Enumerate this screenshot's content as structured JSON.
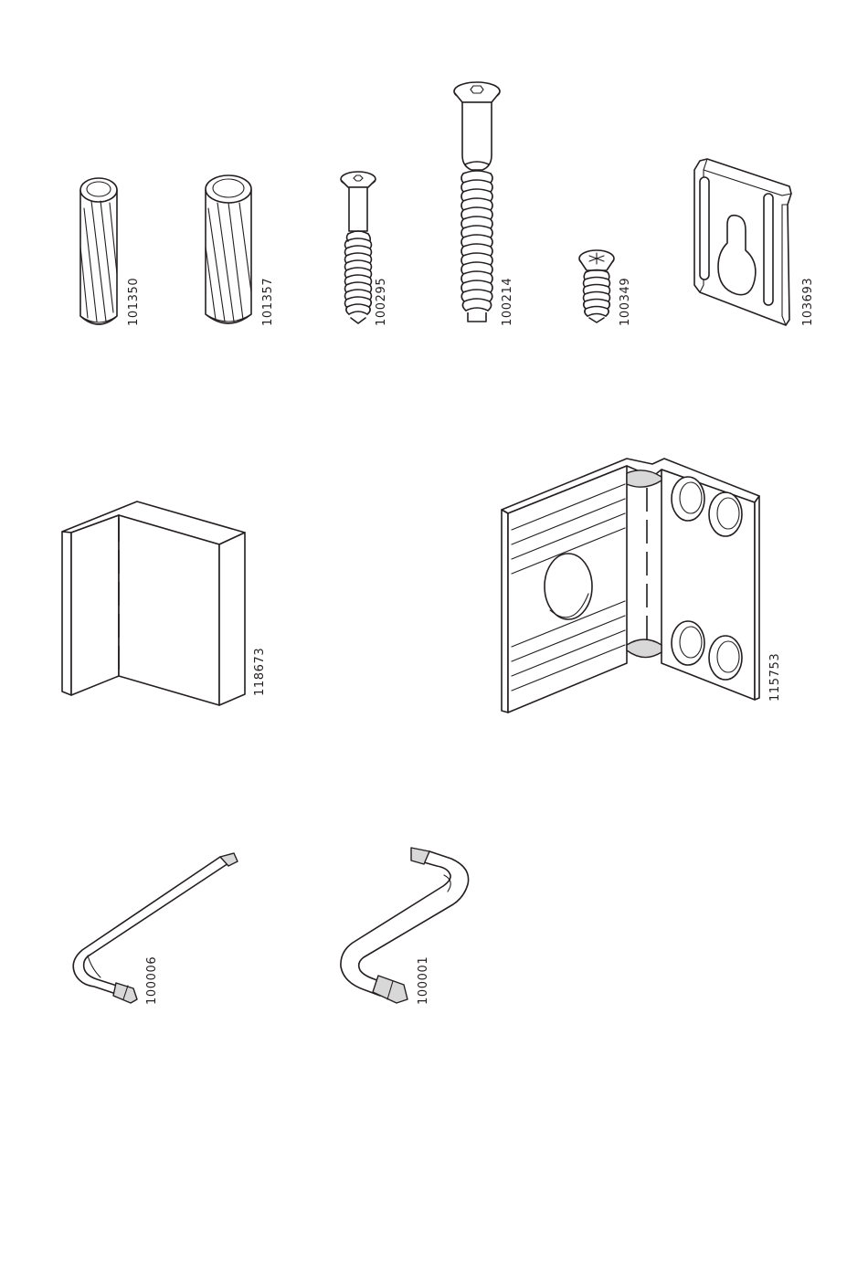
{
  "parts": [
    {
      "id": "dowel-small",
      "article": "101350",
      "icon": "wooden-dowel-icon"
    },
    {
      "id": "dowel-large",
      "article": "101357",
      "icon": "wooden-dowel-icon"
    },
    {
      "id": "screw-hex-short",
      "article": "100295",
      "icon": "hex-head-screw-icon"
    },
    {
      "id": "screw-hex-long",
      "article": "100214",
      "icon": "hex-head-screw-icon"
    },
    {
      "id": "screw-phillips",
      "article": "100349",
      "icon": "phillips-screw-icon"
    },
    {
      "id": "hanging-plate",
      "article": "103693",
      "icon": "keyhole-plate-icon"
    },
    {
      "id": "corner-block",
      "article": "118673",
      "icon": "corner-block-icon"
    },
    {
      "id": "angle-bracket",
      "article": "115753",
      "icon": "angle-bracket-icon"
    },
    {
      "id": "allen-key-small",
      "article": "100006",
      "icon": "allen-key-icon"
    },
    {
      "id": "allen-key-large",
      "article": "100001",
      "icon": "allen-key-icon"
    }
  ]
}
